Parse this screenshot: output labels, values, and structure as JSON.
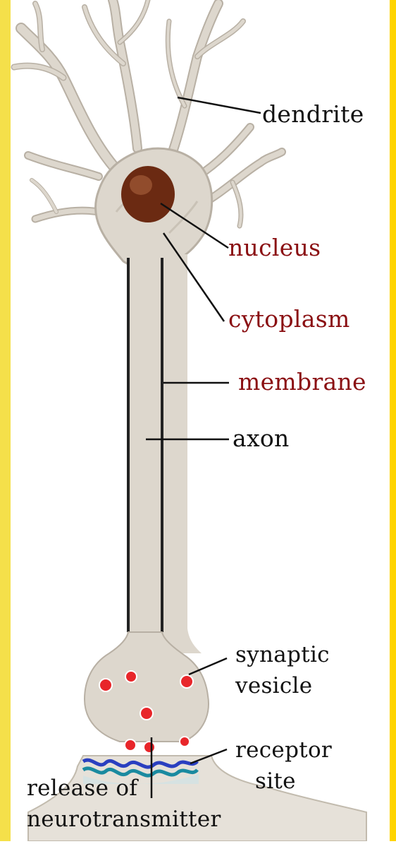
{
  "diagram": {
    "labels": {
      "dendrite": "dendrite",
      "nucleus": "nucleus",
      "cytoplasm": "cytoplasm",
      "membrane": "membrane",
      "axon": "axon",
      "synaptic_vesicle_line1": "synaptic",
      "synaptic_vesicle_line2": "vesicle",
      "receptor_site_line1": "receptor",
      "receptor_site_line2": "site",
      "release_line1": "release of",
      "release_line2": "neurotransmitter"
    },
    "colors": {
      "frame_left_bar": "#f5e04a",
      "frame_right_bar": "#ffd400",
      "cell_fill": "#ddd7cd",
      "cell_shade": "#c9c2b6",
      "cell_outline": "#8c8478",
      "nucleus": "#6b2a12",
      "vesicle": "#e8262a",
      "receptor": "#1a8aa0",
      "postsynaptic_membrane": "#2a3fc0",
      "label_dark": "#111111",
      "label_red": "#8a0f12"
    }
  }
}
